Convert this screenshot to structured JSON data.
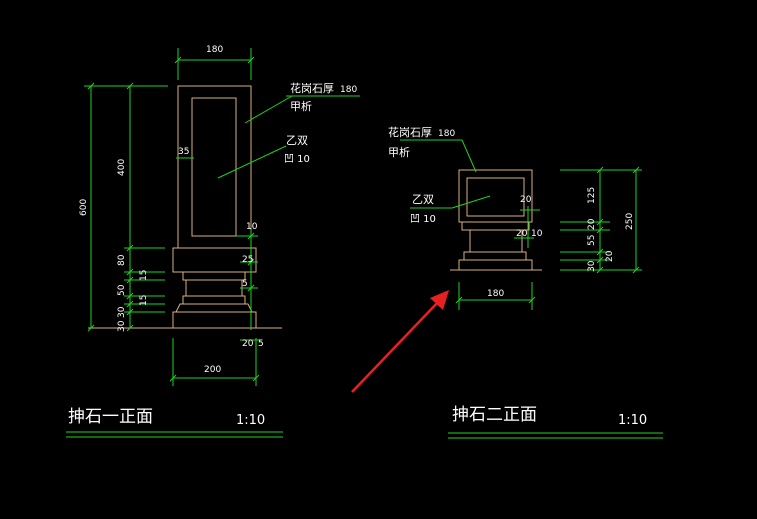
{
  "colors": {
    "background": "#000000",
    "outline": "#d9b07a",
    "dimension": "#1fd11f",
    "text": "#ffffff",
    "arrow": "#e82020"
  },
  "drawing_one": {
    "dimensions": {
      "top_width": "180",
      "base_width": "200",
      "total_height": "600",
      "body_height": "400",
      "inset": "35",
      "frame_gap": "10",
      "seg_80": "80",
      "seg_15a": "15",
      "seg_50": "50",
      "seg_15b": "15",
      "seg_30a": "30",
      "seg_30b": "30",
      "right_25": "25",
      "right_5a": "5",
      "right_20": "20",
      "right_5b": "5"
    },
    "callouts": {
      "stone_line1": "花岗石厚",
      "stone_thickness": "180",
      "stone_line2": "甲析",
      "recess_line1": "乙双",
      "recess_line2": "凹 10"
    },
    "title": "抻石一正面",
    "scale": "1:10"
  },
  "drawing_two": {
    "dimensions": {
      "width": "180",
      "total_height": "250",
      "seg_125": "125",
      "seg_20": "20",
      "seg_55": "55",
      "seg_30": "30",
      "seg_20b": "20",
      "inner_20a": "20",
      "inner_20b": "20",
      "inner_10": "10"
    },
    "callouts": {
      "stone_line1": "花岗石厚",
      "stone_thickness": "180",
      "stone_line2": "甲析",
      "recess_line1": "乙双",
      "recess_line2": "凹 10"
    },
    "title": "抻石二正面",
    "scale": "1:10"
  }
}
